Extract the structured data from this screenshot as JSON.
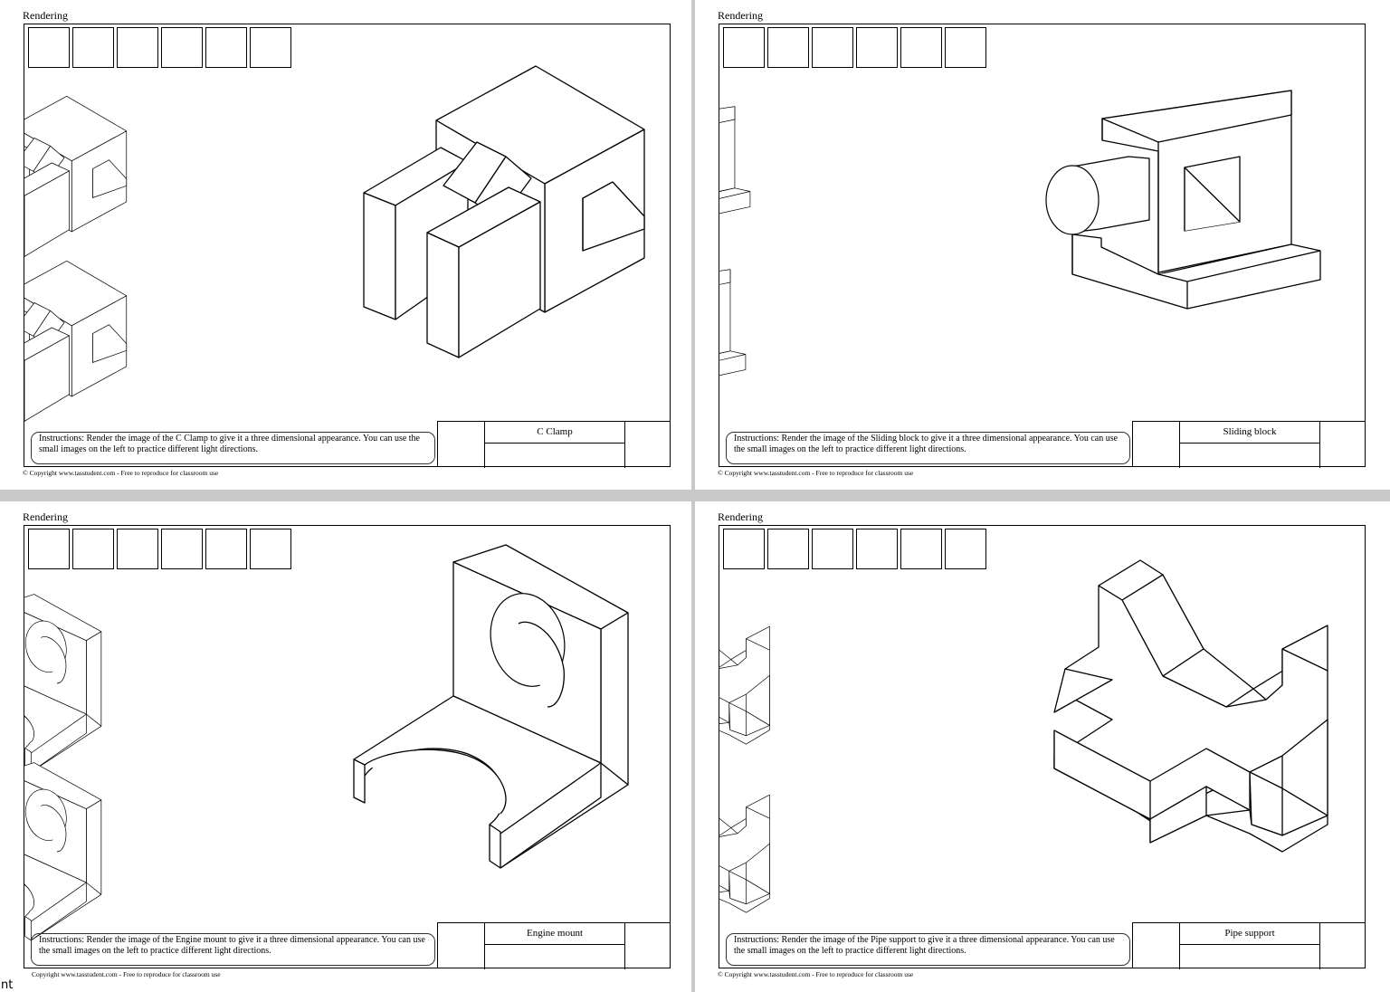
{
  "sheets": [
    {
      "title": "Rendering",
      "object_name": "C Clamp",
      "instructions": "Instructions: Render the image of the C Clamp to give it a three dimensional appearance. You can use the small images on the left to practice different light directions.",
      "copyright": "© Copyright www.tasstudent.com - Free to reproduce for classroom use"
    },
    {
      "title": "Rendering",
      "object_name": "Sliding block",
      "instructions": "Instructions: Render the image of the Sliding block to give it a three dimensional appearance. You can use the small images on the left to practice different light directions.",
      "copyright": "© Copyright www.tasstudent.com - Free to reproduce for classroom use"
    },
    {
      "title": "Rendering",
      "object_name": "Engine mount",
      "instructions": "Instructions: Render the image of the Engine mount to give it a three dimensional appearance. You can use the small images on the left to practice different light directions.",
      "copyright": "Copyright www.tasstudent.com - Free to reproduce for classroom use"
    },
    {
      "title": "Rendering",
      "object_name": "Pipe support",
      "instructions": "Instructions: Render the image of the Pipe support to give it a three dimensional appearance. You can use the small images on the left to practice different light directions.",
      "copyright": "© Copyright www.tasstudent.com - Free to reproduce for classroom use"
    }
  ],
  "corner_badge": "nt"
}
